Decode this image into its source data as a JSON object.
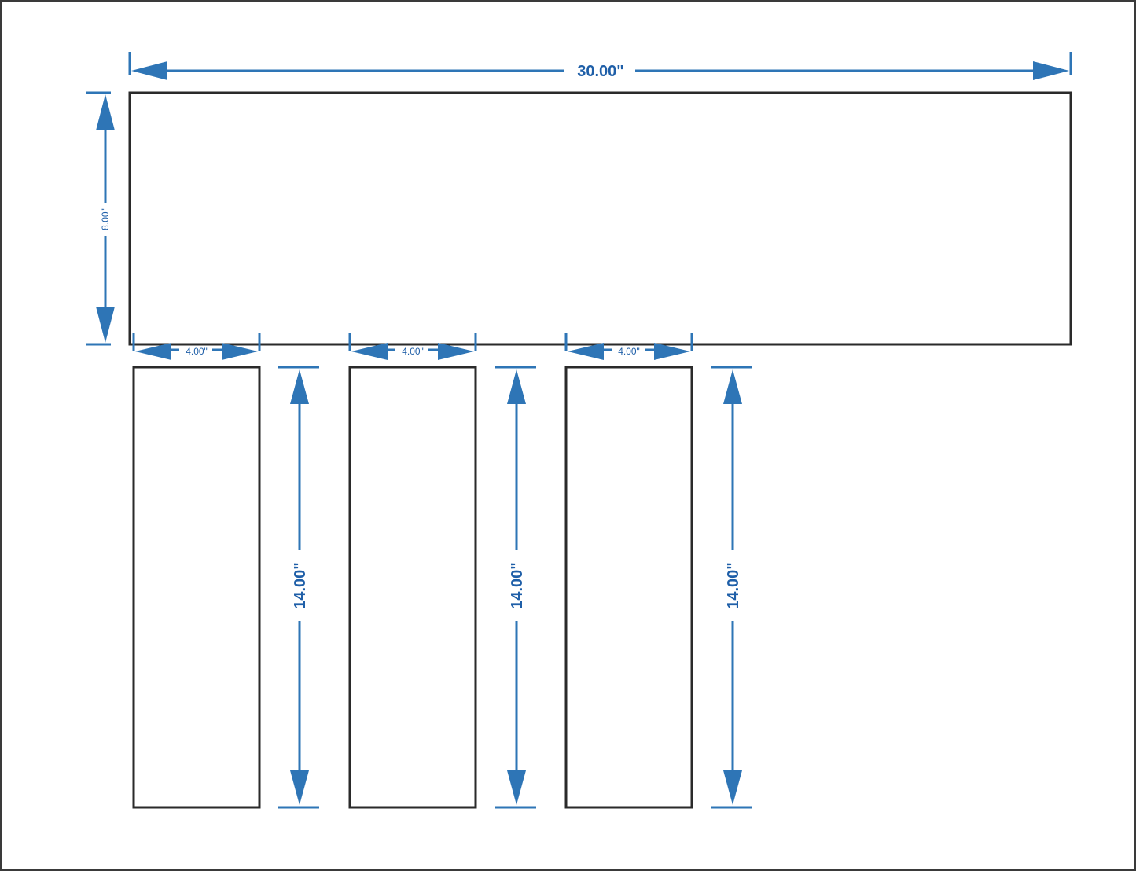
{
  "diagram": {
    "top_panel": {
      "width_label": "30.00\"",
      "height_label": "8.00\""
    },
    "bottom_panels": [
      {
        "width_label": "4.00\"",
        "height_label": "14.00\""
      },
      {
        "width_label": "4.00\"",
        "height_label": "14.00\""
      },
      {
        "width_label": "4.00\"",
        "height_label": "14.00\""
      }
    ],
    "colors": {
      "dimension": "#2e75b6",
      "dimension_text": "#1f5fa8",
      "outline": "#2a2a2a",
      "frame": "#3a3a3a"
    }
  }
}
